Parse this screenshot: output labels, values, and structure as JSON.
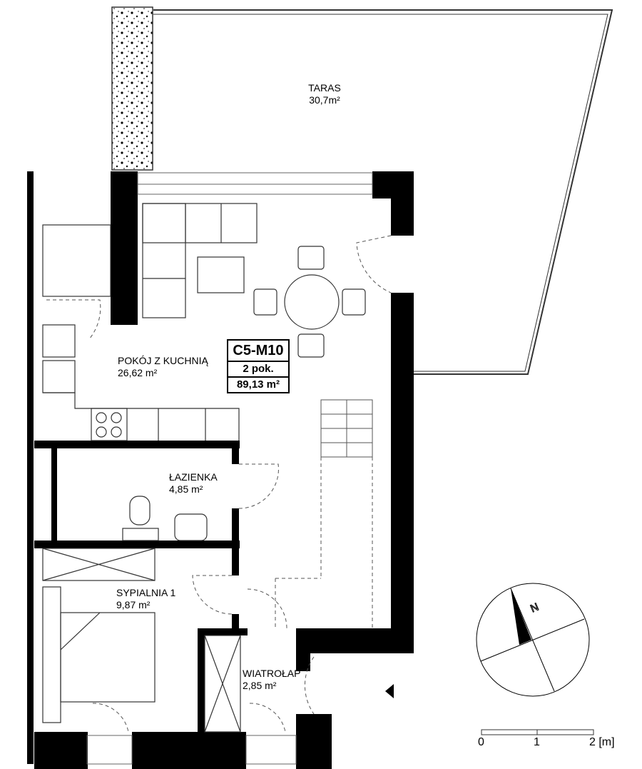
{
  "unit": {
    "code": "C5-M10",
    "rooms": "2 pok.",
    "area": "89,13 m²"
  },
  "rooms": [
    {
      "name": "TARAS",
      "area": "30,7m²"
    },
    {
      "name": "POKÓJ Z KUCHNIĄ",
      "area": "26,62 m²"
    },
    {
      "name": "ŁAZIENKA",
      "area": "4,85 m²"
    },
    {
      "name": "SYPIALNIA 1",
      "area": "9,87 m²"
    },
    {
      "name": "WIATROŁAP",
      "area": "2,85 m²"
    }
  ],
  "compass": {
    "label": "N"
  },
  "scale": {
    "ticks": [
      "0",
      "1",
      "2 [m]"
    ]
  },
  "colors": {
    "wall": "#000000",
    "line": "#555555"
  }
}
